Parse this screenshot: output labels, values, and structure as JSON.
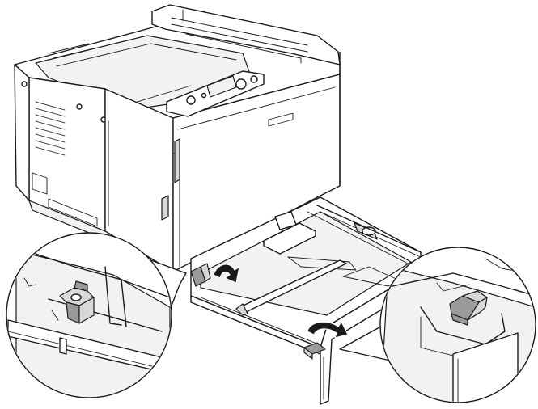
{
  "illustration": {
    "subject": "printer-with-paper-cassette",
    "callouts": [
      "left-paper-guide-latch",
      "right-paper-guide-latch"
    ],
    "arrows": [
      "left-curved-arrow",
      "right-curved-arrow"
    ],
    "colors": {
      "line": "#1a1a1a",
      "fill_light": "#f2f2f2",
      "fill_mid": "#d9d9d9",
      "fill_dark": "#9a9a9a",
      "background": "#ffffff"
    }
  }
}
